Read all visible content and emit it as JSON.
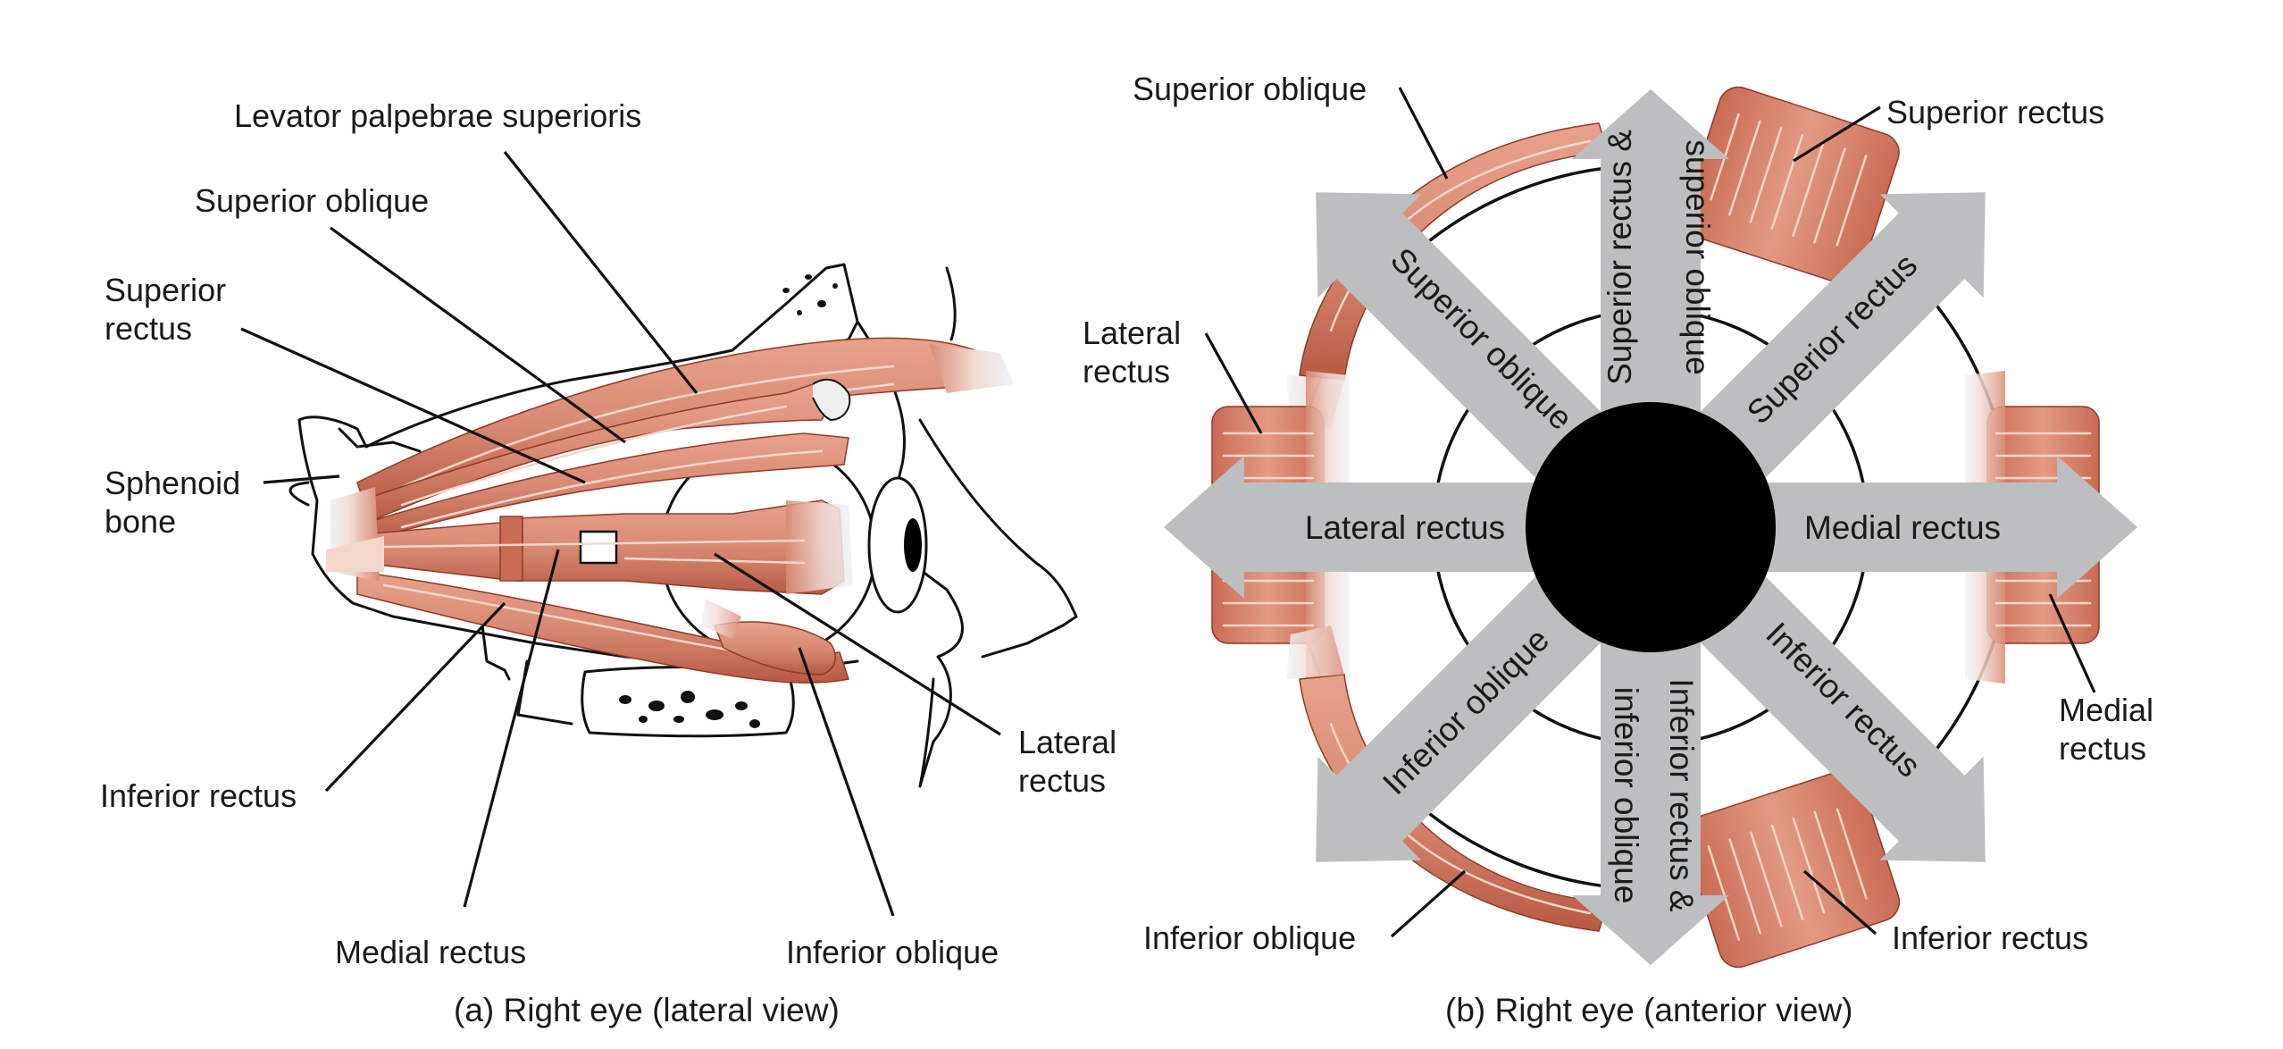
{
  "panel_a": {
    "caption": "(a) Right eye (lateral view)",
    "labels": {
      "levator": "Levator palpebrae superioris",
      "superior_oblique": "Superior oblique",
      "superior_rectus_1": "Superior",
      "superior_rectus_2": "rectus",
      "sphenoid_1": "Sphenoid",
      "sphenoid_2": "bone",
      "inferior_rectus": "Inferior rectus",
      "medial_rectus": "Medial rectus",
      "inferior_oblique": "Inferior oblique",
      "lateral_rectus_1": "Lateral",
      "lateral_rectus_2": "rectus"
    }
  },
  "panel_b": {
    "caption": "(b) Right eye (anterior view)",
    "labels": {
      "superior_oblique": "Superior oblique",
      "superior_rectus": "Superior rectus",
      "lateral_rectus_1": "Lateral",
      "lateral_rectus_2": "rectus",
      "medial_rectus_1": "Medial",
      "medial_rectus_2": "rectus",
      "inferior_oblique": "Inferior oblique",
      "inferior_rectus": "Inferior rectus"
    },
    "arrows": {
      "up_1": "Superior rectus &",
      "up_2": "superior oblique",
      "up_left": "Superior oblique",
      "up_right": "Superior rectus",
      "left": "Lateral rectus",
      "right": "Medial rectus",
      "down_left": "Inferior oblique",
      "down_right": "Inferior rectus",
      "down_1": "Inferior rectus &",
      "down_2": "inferior oblique"
    }
  },
  "colors": {
    "muscle": "#d98a74",
    "muscle_dark": "#b85a44",
    "arrow": "#bdbebf",
    "pupil": "#000000"
  }
}
